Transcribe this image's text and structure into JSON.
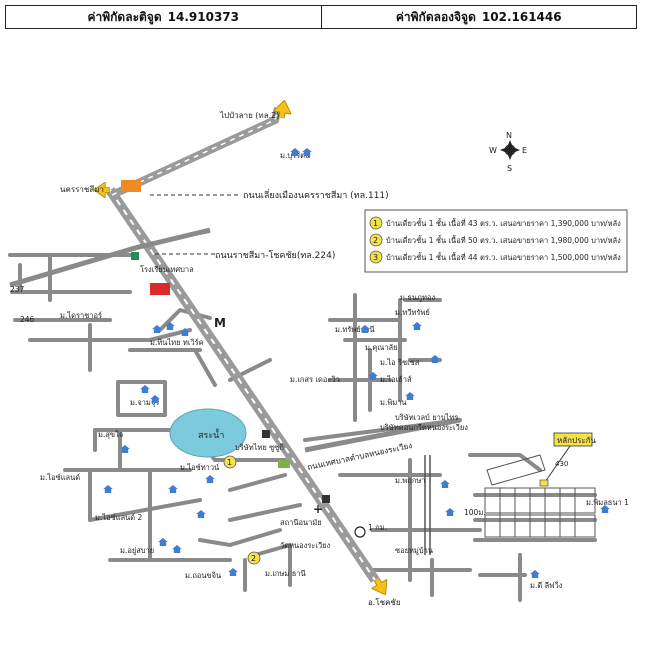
{
  "header": {
    "latitude_label": "ค่าพิกัดละติจูด",
    "latitude_value": "14.910373",
    "longitude_label": "ค่าพิกัดลองจิจูด",
    "longitude_value": "102.161446"
  },
  "compass": {
    "north": "N",
    "south": "S",
    "east": "E",
    "west": "W"
  },
  "directions": {
    "to_north": "ไปบัวลาย (ทล.2)",
    "to_west": "นครราชสีมา",
    "to_south": "อ.โชคชัย"
  },
  "roads": {
    "mittraphap": "ถนนเลี่ยงเมืองนครราชสีมา (ทล.111)",
    "ratchasima_chokchai": "ถนนราชสีมา-โชคชัย(ทล.224)",
    "road_237": "237",
    "road_246": "246",
    "local_road": "ถนนเทศบาลตำบลหนองระเวียง"
  },
  "legend": [
    {
      "num": "1",
      "text": "บ้านเดี่ยวชั้น 1 ชั้น เนื้อที่ 43 ตร.ว. เสนอขายราคา 1,390,000 บาท/หลัง"
    },
    {
      "num": "2",
      "text": "บ้านเดี่ยวชั้น 1 ชั้น เนื้อที่ 50 ตร.ว. เสนอขายราคา 1,980,000 บาท/หลัง"
    },
    {
      "num": "3",
      "text": "บ้านเดี่ยวชั้น 1 ชั้น เนื้อที่ 44 ตร.ว. เสนอขายราคา 1,500,000 บาท/หลัง"
    }
  ],
  "places": {
    "pond": "สระน้ำ",
    "collateral": "หลักประกัน",
    "village_tl1": "ม.ไดราชาอร์",
    "village_tl2": "ม.ทินไทย ทเวิร์ค",
    "village_ml1": "ม.จามจุรี",
    "village_ml2": "ม.สุขใจ",
    "village_ml3": "ม.ไอซ์แลนด์",
    "village_ml4": "ม.ไอซ์ทาวน์",
    "village_bl1": "ม.ไอซ์แลนด์ 2",
    "village_bl2": "ม.อยู่สบาย",
    "village_bl3": "ม.ถอนขจิน",
    "village_bm": "ม.เกษม ธานี",
    "village_tr1": "ม.ธนภูทอง",
    "village_tr2": "ม.ทวีทรัพย์",
    "village_tr3": "ม.ทรัพย์ธานี",
    "village_tr4": "ม.คุณาลัย",
    "village_tr5": "ม.ไอ ริชเชส",
    "village_mr1": "ม.เกสร เดอะวิว",
    "village_mr2": "ม.ไอเฮ้าส์",
    "village_mr3": "ม.พิมาน",
    "village_br1": "ม.พฤกษา",
    "village_br2": "ม.พิมลธนา 1",
    "village_br3": "ม.ดี ลีฟวิ่ง",
    "company1": "บริษัทเวลบ์ ยาบไทร",
    "company2": "บริษัทคอนกรีตหนองระเวียง",
    "temple": "วัดหนองระเวียง",
    "school": "โรงเรียนเทศบาล",
    "factory": "บริษัทไทย ซูซูกิ",
    "hospital": "สถานีอนามัย",
    "distance": "1 กม.",
    "distance2": "100ม.",
    "soi": "ซอยหมู่บ้าน",
    "lot": "430",
    "village_top": "ม.บุรีรัตน์"
  }
}
